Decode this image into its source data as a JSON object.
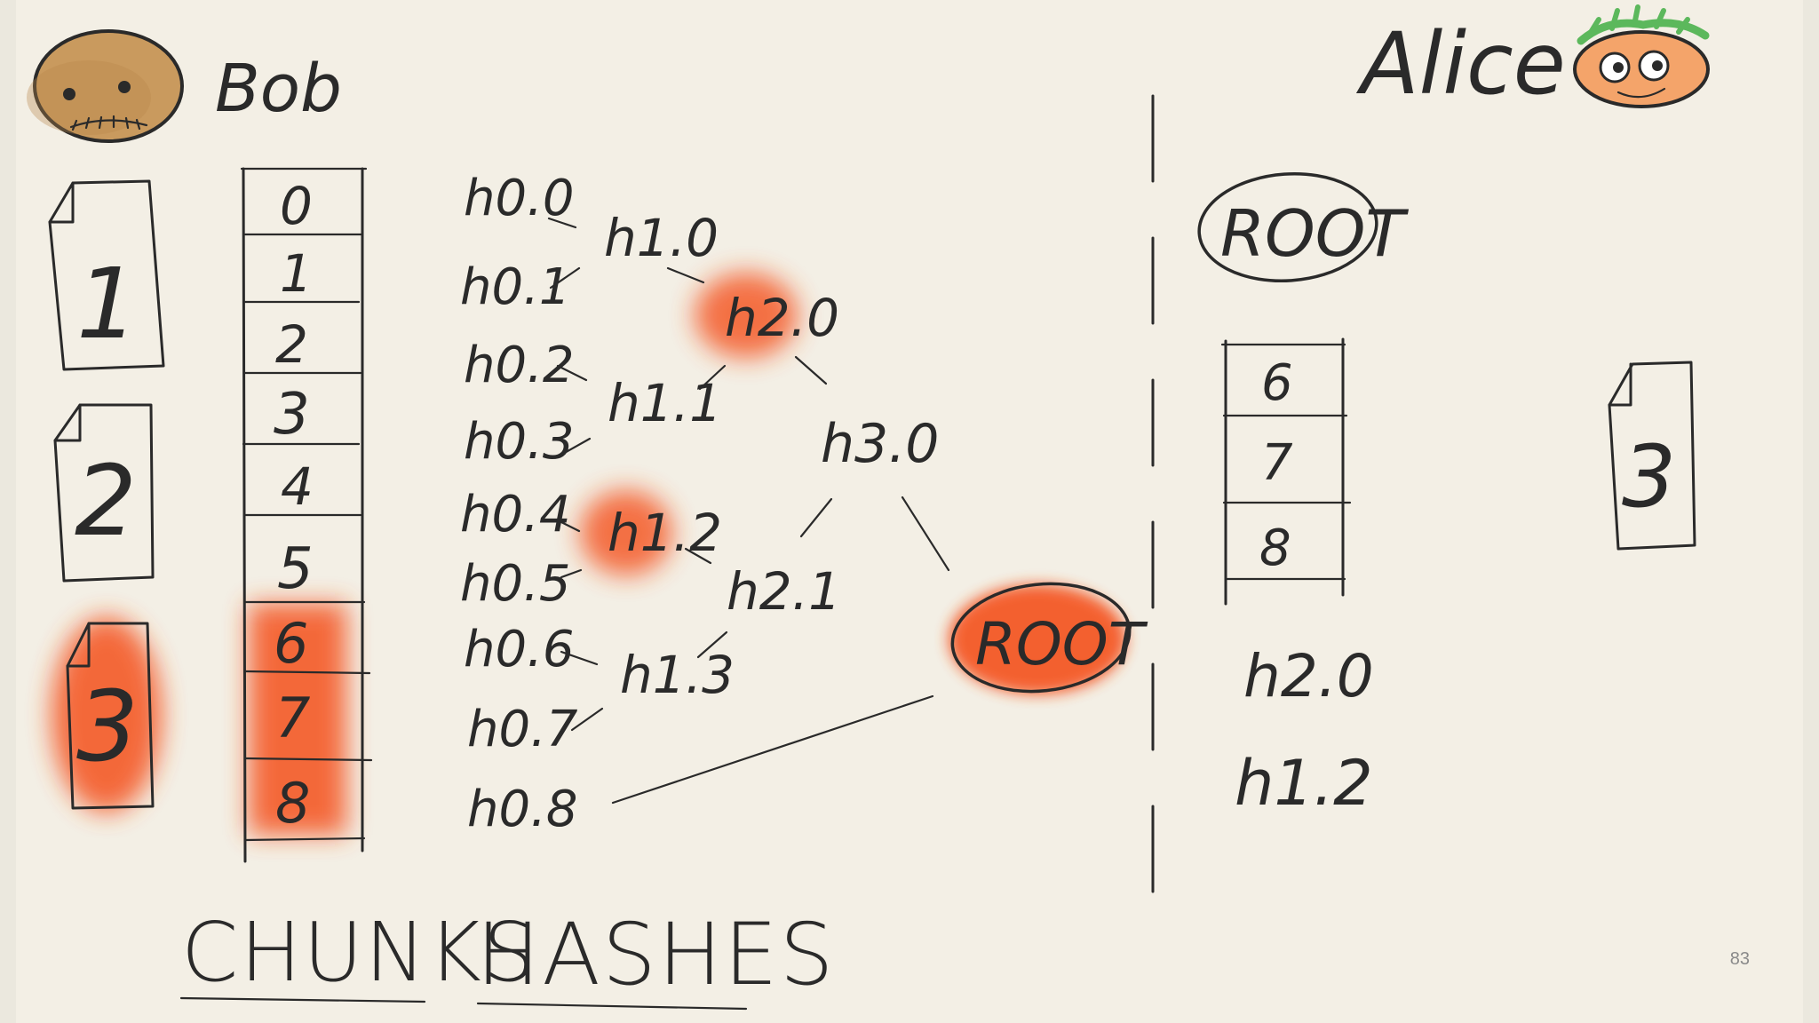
{
  "bob": {
    "name": "Bob"
  },
  "alice": {
    "name": "Alice"
  },
  "bob_files": [
    "1",
    "2",
    "3"
  ],
  "chunks": [
    "0",
    "1",
    "2",
    "3",
    "4",
    "5",
    "6",
    "7",
    "8"
  ],
  "hashes_level0": [
    "h0.0",
    "h0.1",
    "h0.2",
    "h0.3",
    "h0.4",
    "h0.5",
    "h0.6",
    "h0.7",
    "h0.8"
  ],
  "hashes_level1": [
    "h1.0",
    "h1.1",
    "h1.2",
    "h1.3"
  ],
  "hashes_level2": [
    "h2.0",
    "h2.1"
  ],
  "hashes_level3": [
    "h3.0"
  ],
  "root_label": "ROOT",
  "alice_root_label": "ROOT",
  "alice_chunks": [
    "6",
    "7",
    "8"
  ],
  "alice_hashes": [
    "h2.0",
    "h1.2"
  ],
  "alice_file": "3",
  "labels": {
    "chunks": "CHUNKS",
    "hashes": "HASHES"
  },
  "page_number": "83",
  "colors": {
    "highlight": "#f4511e",
    "ink": "#2a2a2a",
    "paper": "#f3efe5"
  }
}
